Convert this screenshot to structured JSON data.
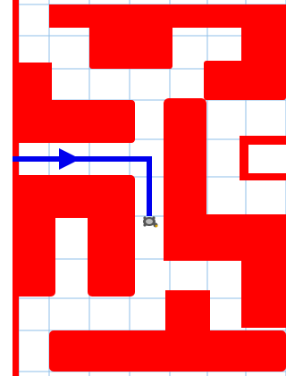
{
  "game": {
    "type": "maze-path-puzzle",
    "grid": {
      "columns": 7,
      "rows": 10
    },
    "colors": {
      "background": "#ffffff",
      "grid_line": "#8fbfe8",
      "wall": "#ff0000",
      "path": "#0000ee",
      "marker": "#555555"
    },
    "path": {
      "direction": "right-then-down",
      "arrow_icon": "arrow-right-icon",
      "turns": 1
    },
    "agent": {
      "icon": "turtle-icon",
      "facing": "down"
    }
  }
}
